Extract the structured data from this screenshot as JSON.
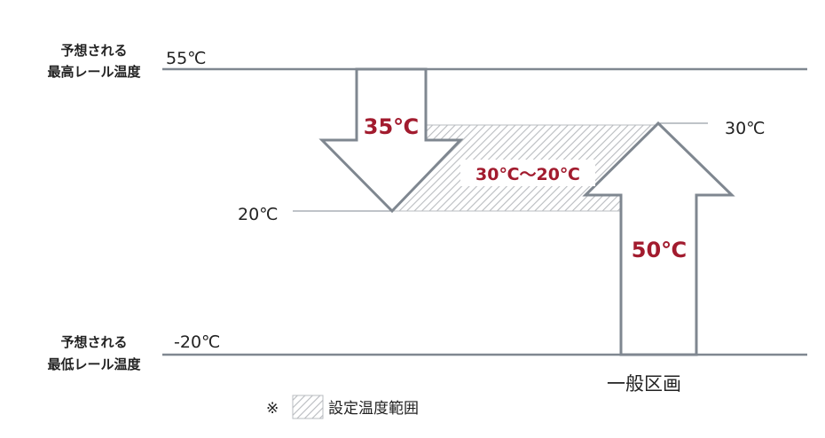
{
  "labels": {
    "max_line1": "予想される",
    "max_line2": "最高レール温度",
    "min_line1": "予想される",
    "min_line2": "最低レール温度",
    "t55": "55℃",
    "t30": "30℃",
    "t20": "20℃",
    "tm20": "-20℃",
    "down_arrow_value": "35℃",
    "up_arrow_value": "50℃",
    "range_value": "30℃～20℃",
    "section_name": "一般区画",
    "legend_mark": "※",
    "legend_text": "設定温度範囲"
  },
  "colors": {
    "line": "#7f8790",
    "arrow_stroke": "#7f8790",
    "accent_red": "#a21b2e",
    "hatch": "#b9bcc0"
  }
}
